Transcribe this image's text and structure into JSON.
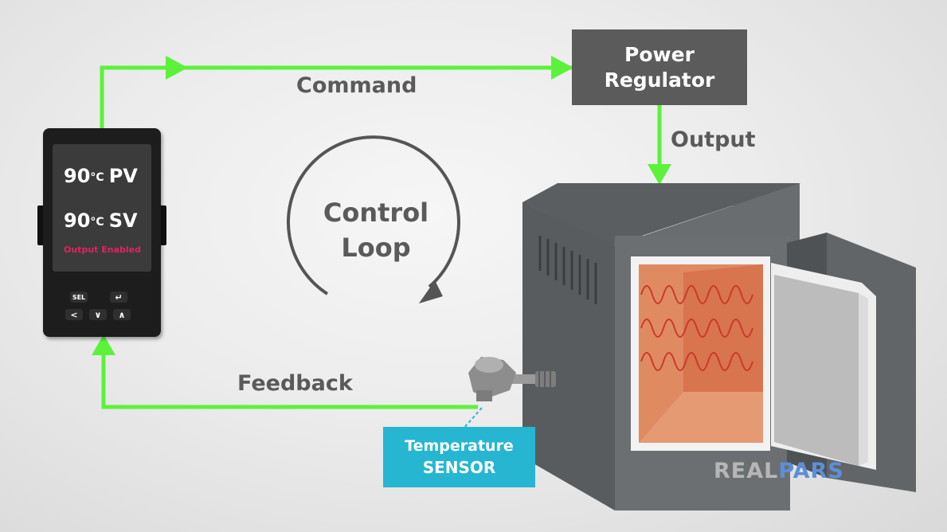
{
  "labels": {
    "command": "Command",
    "output": "Output",
    "feedback": "Feedback",
    "loop_line1": "Control",
    "loop_line2": "Loop"
  },
  "power_regulator": {
    "line1": "Power",
    "line2": "Regulator"
  },
  "sensor": {
    "line1": "Temperature",
    "line2": "SENSOR"
  },
  "controller": {
    "pv_value": "90",
    "pv_unit": "°C",
    "pv_tag": "PV",
    "sv_value": "90",
    "sv_unit": "°C",
    "sv_tag": "SV",
    "status": "Output Enabled",
    "btn_sel": "SEL",
    "btn_enter": "↵",
    "btn_left": "<",
    "btn_down": "∨",
    "btn_up": "∧"
  },
  "logo": {
    "part1": "REAL",
    "part2": "PARS"
  },
  "colors": {
    "arrow": "#5cf23c",
    "label": "#5a5a5a",
    "box": "#5b5b5b",
    "sensor_box": "#26b6d2",
    "status": "#e0245e",
    "heater": "#e2845c",
    "coil": "#c83a2a",
    "logo_blue": "#5c8fd6"
  }
}
